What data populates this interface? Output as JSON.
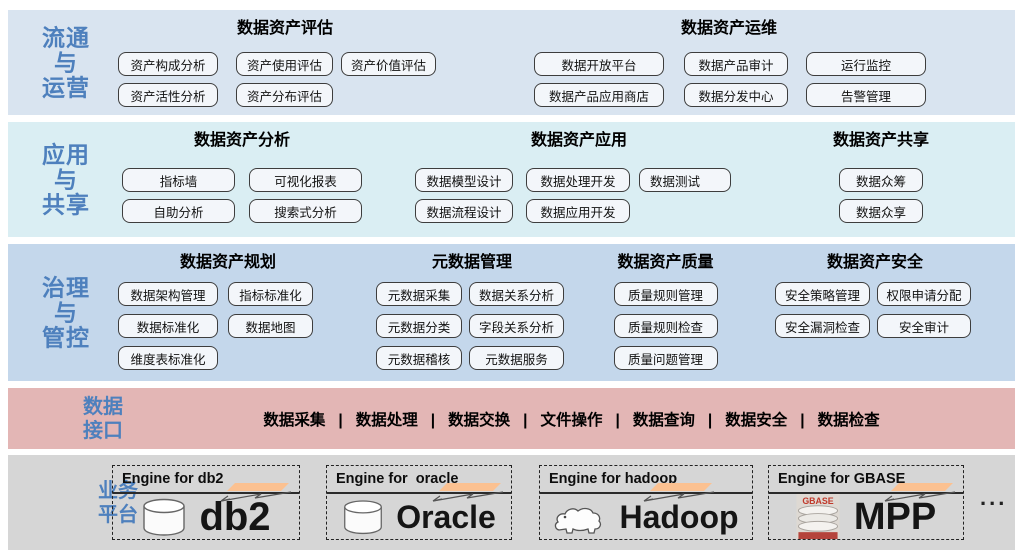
{
  "palette": {
    "accent_blue": "#4e80bd",
    "band_circulation_bg": "#d9e4f0",
    "band_application_bg": "#daeef3",
    "band_governance_bg": "#c4d7eb",
    "band_interface_bg": "#e3b6b5",
    "band_platform_bg": "#d6d6d6",
    "box_bg": "#f3f6fa",
    "callout_orange": "#fbc191"
  },
  "bands": {
    "circulation": {
      "label_lines": [
        "流通",
        "与",
        "运营"
      ],
      "sections": {
        "evaluation": {
          "title": "数据资产评估",
          "row1": [
            "资产构成分析",
            "资产使用评估",
            "资产价值评估"
          ],
          "row2": [
            "资产活性分析",
            "资产分布评估"
          ]
        },
        "operations": {
          "title": "数据资产运维",
          "row1": [
            "数据开放平台",
            "数据产品审计",
            "运行监控"
          ],
          "row2": [
            "数据产品应用商店",
            "数据分发中心",
            "告警管理"
          ]
        }
      }
    },
    "application": {
      "label_lines": [
        "应用",
        "与",
        "共享"
      ],
      "sections": {
        "analysis": {
          "title": "数据资产分析",
          "row1": [
            "指标墙",
            "可视化报表"
          ],
          "row2": [
            "自助分析",
            "搜索式分析"
          ]
        },
        "development": {
          "title": "数据资产应用",
          "row1": [
            "数据模型设计",
            "数据处理开发",
            "数据测试"
          ],
          "row2": [
            "数据流程设计",
            "数据应用开发"
          ]
        },
        "sharing": {
          "title": "数据资产共享",
          "row1": [
            "数据众筹"
          ],
          "row2": [
            "数据众享"
          ]
        }
      }
    },
    "governance": {
      "label_lines": [
        "治理",
        "与",
        "管控"
      ],
      "sections": {
        "planning": {
          "title": "数据资产规划",
          "row1": [
            "数据架构管理",
            "指标标准化"
          ],
          "row2": [
            "数据标准化",
            "数据地图"
          ],
          "row3": [
            "维度表标准化"
          ]
        },
        "metadata": {
          "title": "元数据管理",
          "row1": [
            "元数据采集",
            "数据关系分析"
          ],
          "row2": [
            "元数据分类",
            "字段关系分析"
          ],
          "row3": [
            "元数据稽核",
            "元数据服务"
          ]
        },
        "quality": {
          "title": "数据资产质量",
          "row1": [
            "质量规则管理"
          ],
          "row2": [
            "质量规则检查"
          ],
          "row3": [
            "质量问题管理"
          ]
        },
        "security": {
          "title": "数据资产安全",
          "row1": [
            "安全策略管理",
            "权限申请分配"
          ],
          "row2": [
            "安全漏洞检查",
            "安全审计"
          ]
        }
      }
    },
    "interface": {
      "label_lines": [
        "数据",
        "接口"
      ],
      "separator": "|",
      "items": [
        "数据采集",
        "数据处理",
        "数据交换",
        "文件操作",
        "数据查询",
        "数据安全",
        "数据检查"
      ]
    },
    "platform": {
      "label_lines": [
        "业务",
        "平台"
      ],
      "engines": [
        {
          "header": "Engine for db2",
          "name": "db2",
          "icon": "database-cylinder-icon"
        },
        {
          "header": "Engine for  oracle",
          "name": "Oracle",
          "icon": "database-cylinder-icon"
        },
        {
          "header": "Engine for hadoop",
          "name": "Hadoop",
          "icon": "hadoop-elephant-icon"
        },
        {
          "header": "Engine for GBASE",
          "name": "MPP",
          "icon": "gbase-storage-icon",
          "icon_label": "GBASE"
        }
      ],
      "more": "..."
    }
  }
}
